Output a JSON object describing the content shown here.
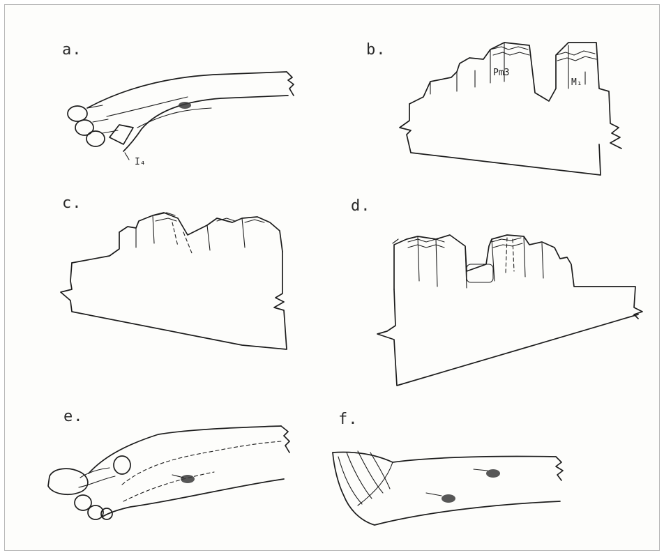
{
  "panels": {
    "a": {
      "label": "a.",
      "tooth_tag": "I₄"
    },
    "b": {
      "label": "b.",
      "tag_pm": "Pm3",
      "tag_m": "M₁"
    },
    "c": {
      "label": "c."
    },
    "d": {
      "label": "d."
    },
    "e": {
      "label": "e."
    },
    "f": {
      "label": "f."
    }
  }
}
